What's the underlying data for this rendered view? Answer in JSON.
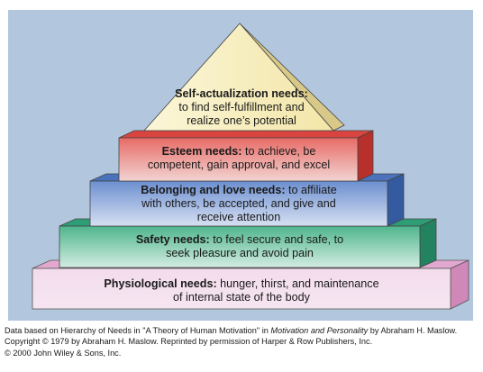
{
  "levels": [
    {
      "id": "self-actualization",
      "title": "Self-actualization needs:",
      "line1": "to find self-fulfillment and",
      "line2": "realize one’s potential",
      "color": "#f8efbf"
    },
    {
      "id": "esteem",
      "title": "Esteem needs:",
      "line1": " to achieve, be",
      "line2": "competent, gain approval, and excel",
      "color": "#d9443f"
    },
    {
      "id": "belonging",
      "title": "Belonging and love needs:",
      "line1": " to affiliate",
      "line2": "with others, be accepted, and give and",
      "line3": "receive attention",
      "color": "#4a73bc"
    },
    {
      "id": "safety",
      "title": "Safety needs:",
      "line1": " to feel secure and safe, to",
      "line2": "seek pleasure and avoid pain",
      "color": "#2f9e76"
    },
    {
      "id": "physiological",
      "title": "Physiological needs:",
      "line1": " hunger, thirst, and maintenance",
      "line2": "of internal state of the body",
      "color": "#efcde4"
    }
  ],
  "caption": {
    "part1": "Data based on Hierarchy of Needs in \"A Theory of Human Motivation\" in ",
    "book": "Motivation and Personality",
    "part2": " by Abraham H. Maslow. Copyright © 1979 by Abraham H. Maslow. Reprinted by permission of Harper & Row Publishers, Inc.",
    "line3": "© 2000 John Wiley & Sons, Inc."
  },
  "colors": {
    "background_panel": "#b2c6dd",
    "top_triangle": "#f8efbf",
    "esteem": "#d9443f",
    "belonging": "#4a73bc",
    "safety": "#2f9e76",
    "physiological": "#efcde4"
  }
}
